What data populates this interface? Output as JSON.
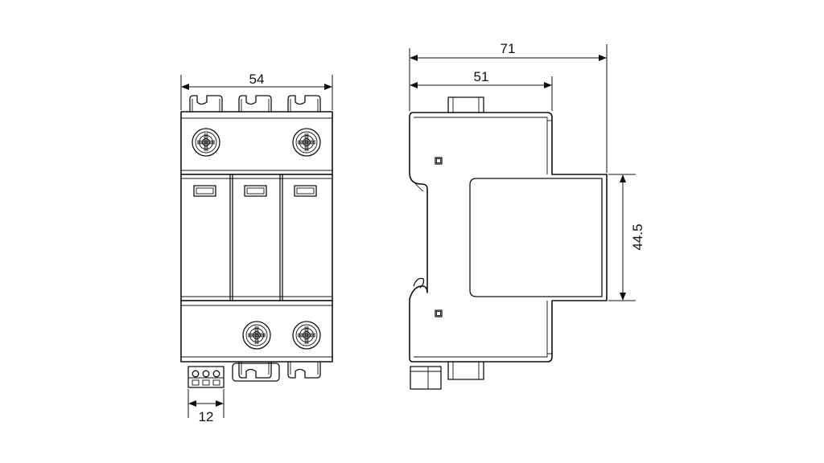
{
  "dimensions": {
    "front_width": "54",
    "terminal_pitch": "12",
    "side_total_depth": "71",
    "side_body_depth": "51",
    "side_front_height": "44.5"
  }
}
